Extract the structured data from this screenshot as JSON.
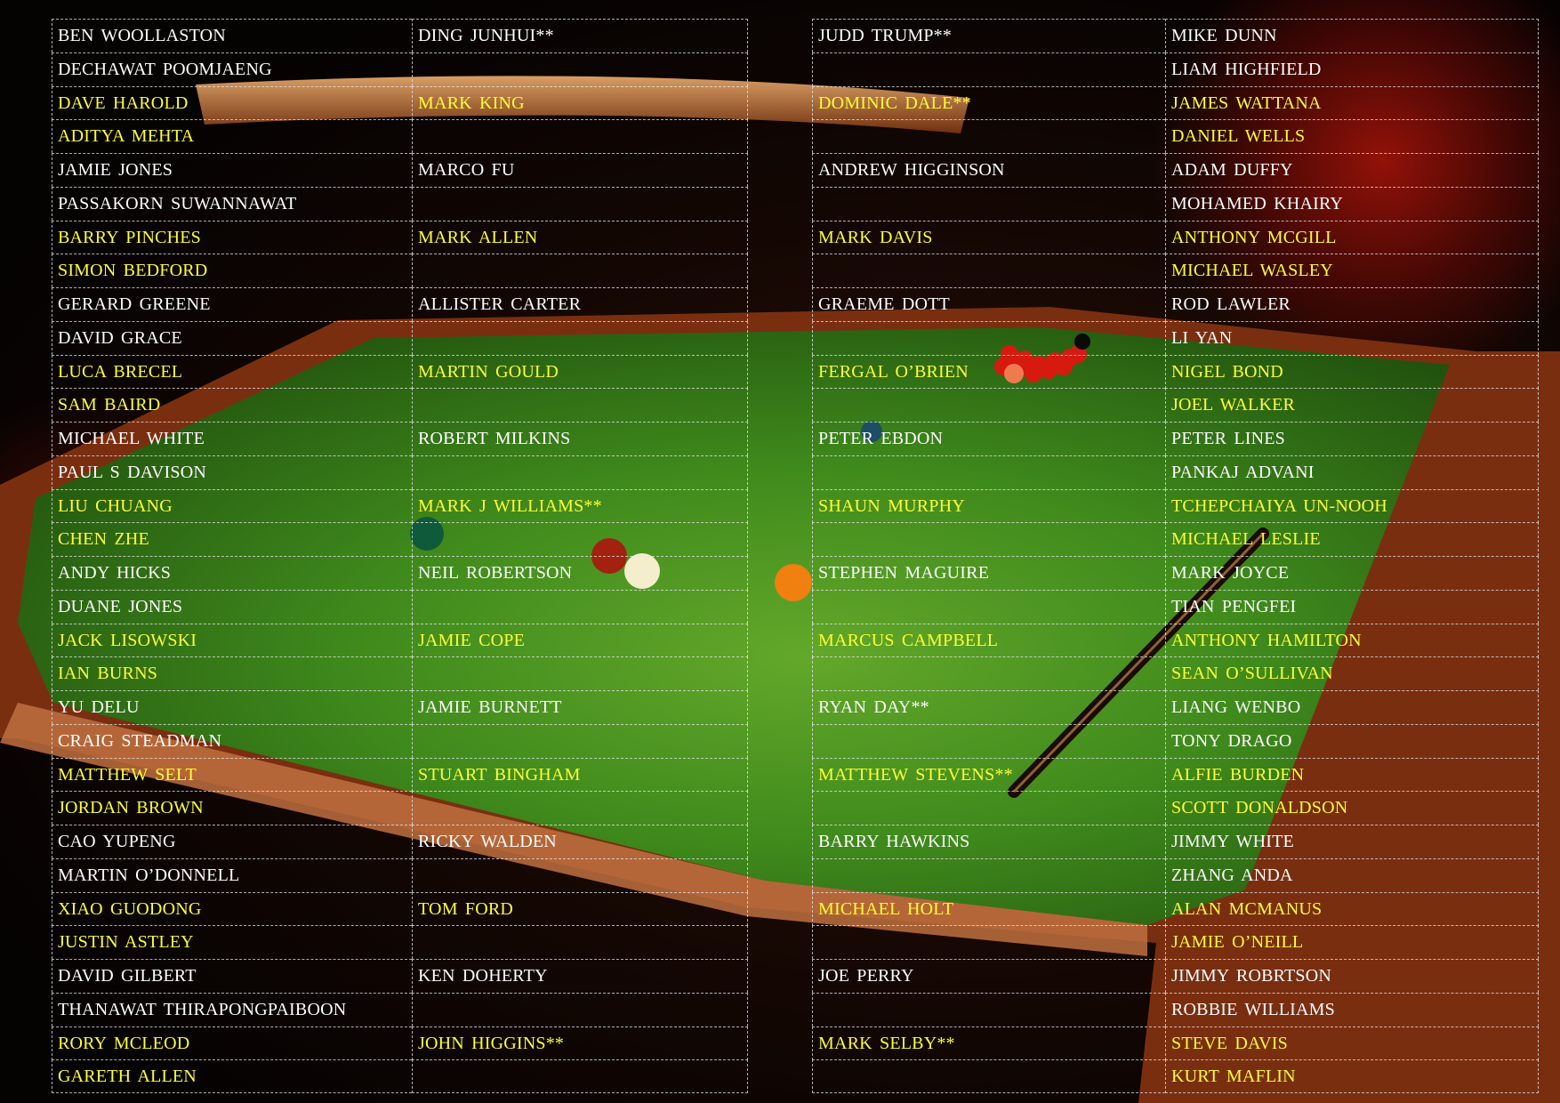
{
  "colors": {
    "highlight": "#ffff33",
    "normal": "#ffffff",
    "felt": "#3f8a1c",
    "cushion": "#8a3a16"
  },
  "rows": [
    {
      "hl": false,
      "c1": "BEN  WOOLLASTON",
      "c2": "DING  JUNHUI**",
      "c3": "JUDD  TRUMP**",
      "c4": "MIKE  DUNN"
    },
    {
      "hl": false,
      "c1": "DECHAWAT  POOMJAENG",
      "c2": "",
      "c3": "",
      "c4": "LIAM  HIGHFIELD"
    },
    {
      "hl": true,
      "c1": "DAVE  HAROLD",
      "c2": "MARK  KING",
      "c3": "DOMINIC  DALE**",
      "c4": "JAMES  WATTANA"
    },
    {
      "hl": true,
      "c1": "ADITYA  MEHTA",
      "c2": "",
      "c3": "",
      "c4": "DANIEL  WELLS"
    },
    {
      "hl": false,
      "c1": "JAMIE  JONES",
      "c2": "MARCO  FU",
      "c3": "ANDREW  HIGGINSON",
      "c4": "ADAM  DUFFY"
    },
    {
      "hl": false,
      "c1": "PASSAKORN  SUWANNAWAT",
      "c2": "",
      "c3": "",
      "c4": "MOHAMED  KHAIRY"
    },
    {
      "hl": true,
      "c1": "BARRY  PINCHES",
      "c2": "MARK  ALLEN",
      "c3": "MARK  DAVIS",
      "c4": "ANTHONY  MCGILL"
    },
    {
      "hl": true,
      "c1": "SIMON  BEDFORD",
      "c2": "",
      "c3": "",
      "c4": "MICHAEL  WASLEY"
    },
    {
      "hl": false,
      "c1": "GERARD  GREENE",
      "c2": "ALLISTER  CARTER",
      "c3": "GRAEME  DOTT",
      "c4": "ROD  LAWLER"
    },
    {
      "hl": false,
      "c1": "DAVID  GRACE",
      "c2": "",
      "c3": "",
      "c4": "LI  YAN"
    },
    {
      "hl": true,
      "c1": "LUCA  BRECEL",
      "c2": "MARTIN  GOULD",
      "c3": "FERGAL  O’BRIEN",
      "c4": "NIGEL  BOND"
    },
    {
      "hl": true,
      "c1": "SAM  BAIRD",
      "c2": "",
      "c3": "",
      "c4": "JOEL  WALKER"
    },
    {
      "hl": false,
      "c1": "MICHAEL  WHITE",
      "c2": "ROBERT  MILKINS",
      "c3": "PETER  EBDON",
      "c4": "PETER  LINES"
    },
    {
      "hl": false,
      "c1": "PAUL  S  DAVISON",
      "c2": "",
      "c3": "",
      "c4": "PANKAJ  ADVANI"
    },
    {
      "hl": true,
      "c1": "LIU  CHUANG",
      "c2": "MARK  J  WILLIAMS**",
      "c3": "SHAUN  MURPHY",
      "c4": "TCHEPCHAIYA  UN-NOOH"
    },
    {
      "hl": true,
      "c1": "CHEN  ZHE",
      "c2": "",
      "c3": "",
      "c4": "MICHAEL  LESLIE"
    },
    {
      "hl": false,
      "c1": "ANDY  HICKS",
      "c2": "NEIL  ROBERTSON",
      "c3": "STEPHEN  MAGUIRE",
      "c4": "MARK  JOYCE"
    },
    {
      "hl": false,
      "c1": "DUANE  JONES",
      "c2": "",
      "c3": "",
      "c4": "TIAN  PENGFEI"
    },
    {
      "hl": true,
      "c1": "JACK  LISOWSKI",
      "c2": "JAMIE  COPE",
      "c3": "MARCUS  CAMPBELL",
      "c4": "ANTHONY  HAMILTON"
    },
    {
      "hl": true,
      "c1": "IAN  BURNS",
      "c2": "",
      "c3": "",
      "c4": "SEAN  O’SULLIVAN"
    },
    {
      "hl": false,
      "c1": "YU  DELU",
      "c2": "JAMIE  BURNETT",
      "c3": "RYAN  DAY**",
      "c4": "LIANG  WENBO"
    },
    {
      "hl": false,
      "c1": "CRAIG  STEADMAN",
      "c2": "",
      "c3": "",
      "c4": "TONY  DRAGO"
    },
    {
      "hl": true,
      "c1": "MATTHEW  SELT",
      "c2": "STUART  BINGHAM",
      "c3": "MATTHEW  STEVENS**",
      "c4": "ALFIE  BURDEN"
    },
    {
      "hl": true,
      "c1": "JORDAN  BROWN",
      "c2": "",
      "c3": "",
      "c4": "SCOTT  DONALDSON"
    },
    {
      "hl": false,
      "c1": "CAO  YUPENG",
      "c2": "RICKY  WALDEN",
      "c3": "BARRY  HAWKINS",
      "c4": "JIMMY  WHITE"
    },
    {
      "hl": false,
      "c1": "MARTIN  O’DONNELL",
      "c2": "",
      "c3": "",
      "c4": "ZHANG  ANDA"
    },
    {
      "hl": true,
      "c1": "XIAO  GUODONG",
      "c2": "TOM  FORD",
      "c3": "MICHAEL  HOLT",
      "c4": "ALAN  MCMANUS"
    },
    {
      "hl": true,
      "c1": "JUSTIN  ASTLEY",
      "c2": "",
      "c3": "",
      "c4": "JAMIE  O’NEILL"
    },
    {
      "hl": false,
      "c1": "DAVID  GILBERT",
      "c2": "KEN  DOHERTY",
      "c3": "JOE  PERRY",
      "c4": "JIMMY  ROBRTSON"
    },
    {
      "hl": false,
      "c1": "THANAWAT THIRAPONGPAIBOON",
      "c2": "",
      "c3": "",
      "c4": "ROBBIE  WILLIAMS"
    },
    {
      "hl": true,
      "c1": "RORY  MCLEOD",
      "c2": "JOHN  HIGGINS**",
      "c3": "MARK  SELBY**",
      "c4": "STEVE  DAVIS"
    },
    {
      "hl": true,
      "c1": "GARETH  ALLEN",
      "c2": "",
      "c3": "",
      "c4": "KURT  MAFLIN"
    }
  ]
}
